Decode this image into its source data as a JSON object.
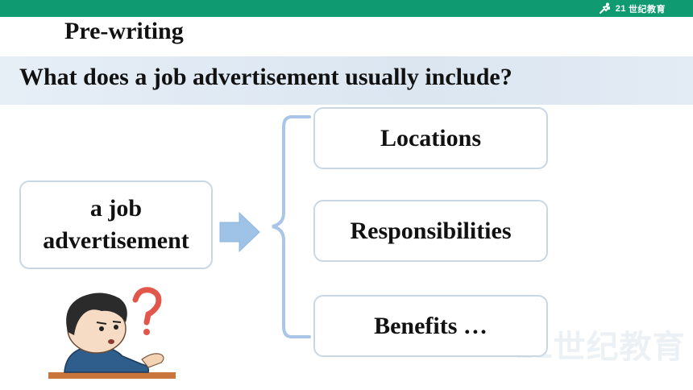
{
  "header": {
    "brand_number": "21",
    "brand_name": "世纪教育"
  },
  "slide": {
    "title": "Pre-writing",
    "question": "What does a job advertisement usually include?"
  },
  "diagram": {
    "source_line1": "a job",
    "source_line2": "advertisement",
    "targets": [
      {
        "label": "Locations"
      },
      {
        "label": "Responsibilities"
      },
      {
        "label": "Benefits …"
      }
    ]
  },
  "watermark": {
    "text": "21世纪教育"
  },
  "colors": {
    "top_bar": "#0f9a72",
    "question_band": "#dde7f2",
    "box_border": "#c9d6e4",
    "arrow": "#9fc3e7",
    "brace": "#a9c6e8"
  }
}
